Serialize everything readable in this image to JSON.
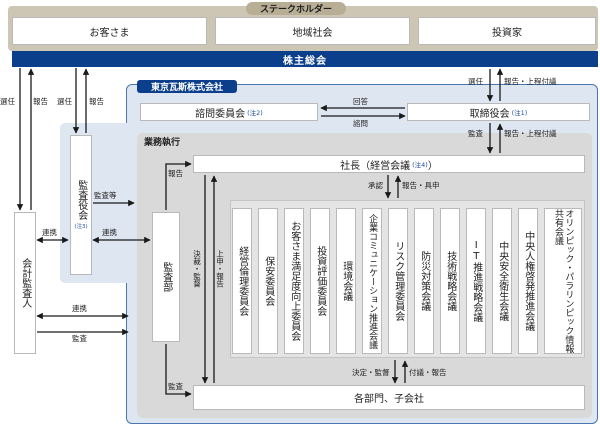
{
  "stakeholders": {
    "title": "ステークホルダー",
    "items": [
      "お客さま",
      "地域社会",
      "投資家"
    ]
  },
  "shareholders_meeting": "株主総会",
  "company": {
    "name": "東京瓦斯株式会社",
    "advisory_committee": "諮問委員会",
    "advisory_committee_note": "(注2)",
    "board": "取締役会",
    "board_note": "(注1)",
    "auditors_board": "監査役会",
    "auditors_board_note": "(注3)",
    "business_execution": "業務執行",
    "president": "社長（経営会議",
    "president_note": "(注4)",
    "president_close": "）",
    "internal_audit": "監査部",
    "departments": "各部門、子会社",
    "committees": [
      "経営倫理委員会",
      "保安委員会",
      "お客さま満足度向上委員会",
      "投資評価委員会",
      "環境会議",
      "企業コミュニケーション推進会議",
      "リスク管理委員会",
      "防災対策会議",
      "技術戦略会議",
      "IT推進戦略会議",
      "中央安全衛生会議",
      "中央人権啓発推進会議",
      "オリンピック・パラリンピック情報共有会議"
    ]
  },
  "accounting_auditor": "会計監査人",
  "labels": {
    "select": "選任",
    "report": "報告",
    "report_proposal": "報告・上程付議",
    "reply": "回答",
    "consult": "諮問",
    "audit": "監査",
    "audit_etc": "監査等",
    "cooperation": "連携",
    "approval": "承認",
    "report_request": "報告・具申",
    "decision_supervision": "決裁・監督",
    "report_up": "上申・報告",
    "decision_supervision_h": "決定・監督",
    "proposal_report": "付議・報告"
  },
  "colors": {
    "stakeholder_band": "#cdc6b5",
    "stakeholder_title_bg": "#b8ae96",
    "navy": "#0b3f8c",
    "company_bg": "#dde6f1",
    "company_border": "#4a76b3",
    "exec_bg": "#d9d9d9",
    "committee_area": "#e4e4e4"
  }
}
